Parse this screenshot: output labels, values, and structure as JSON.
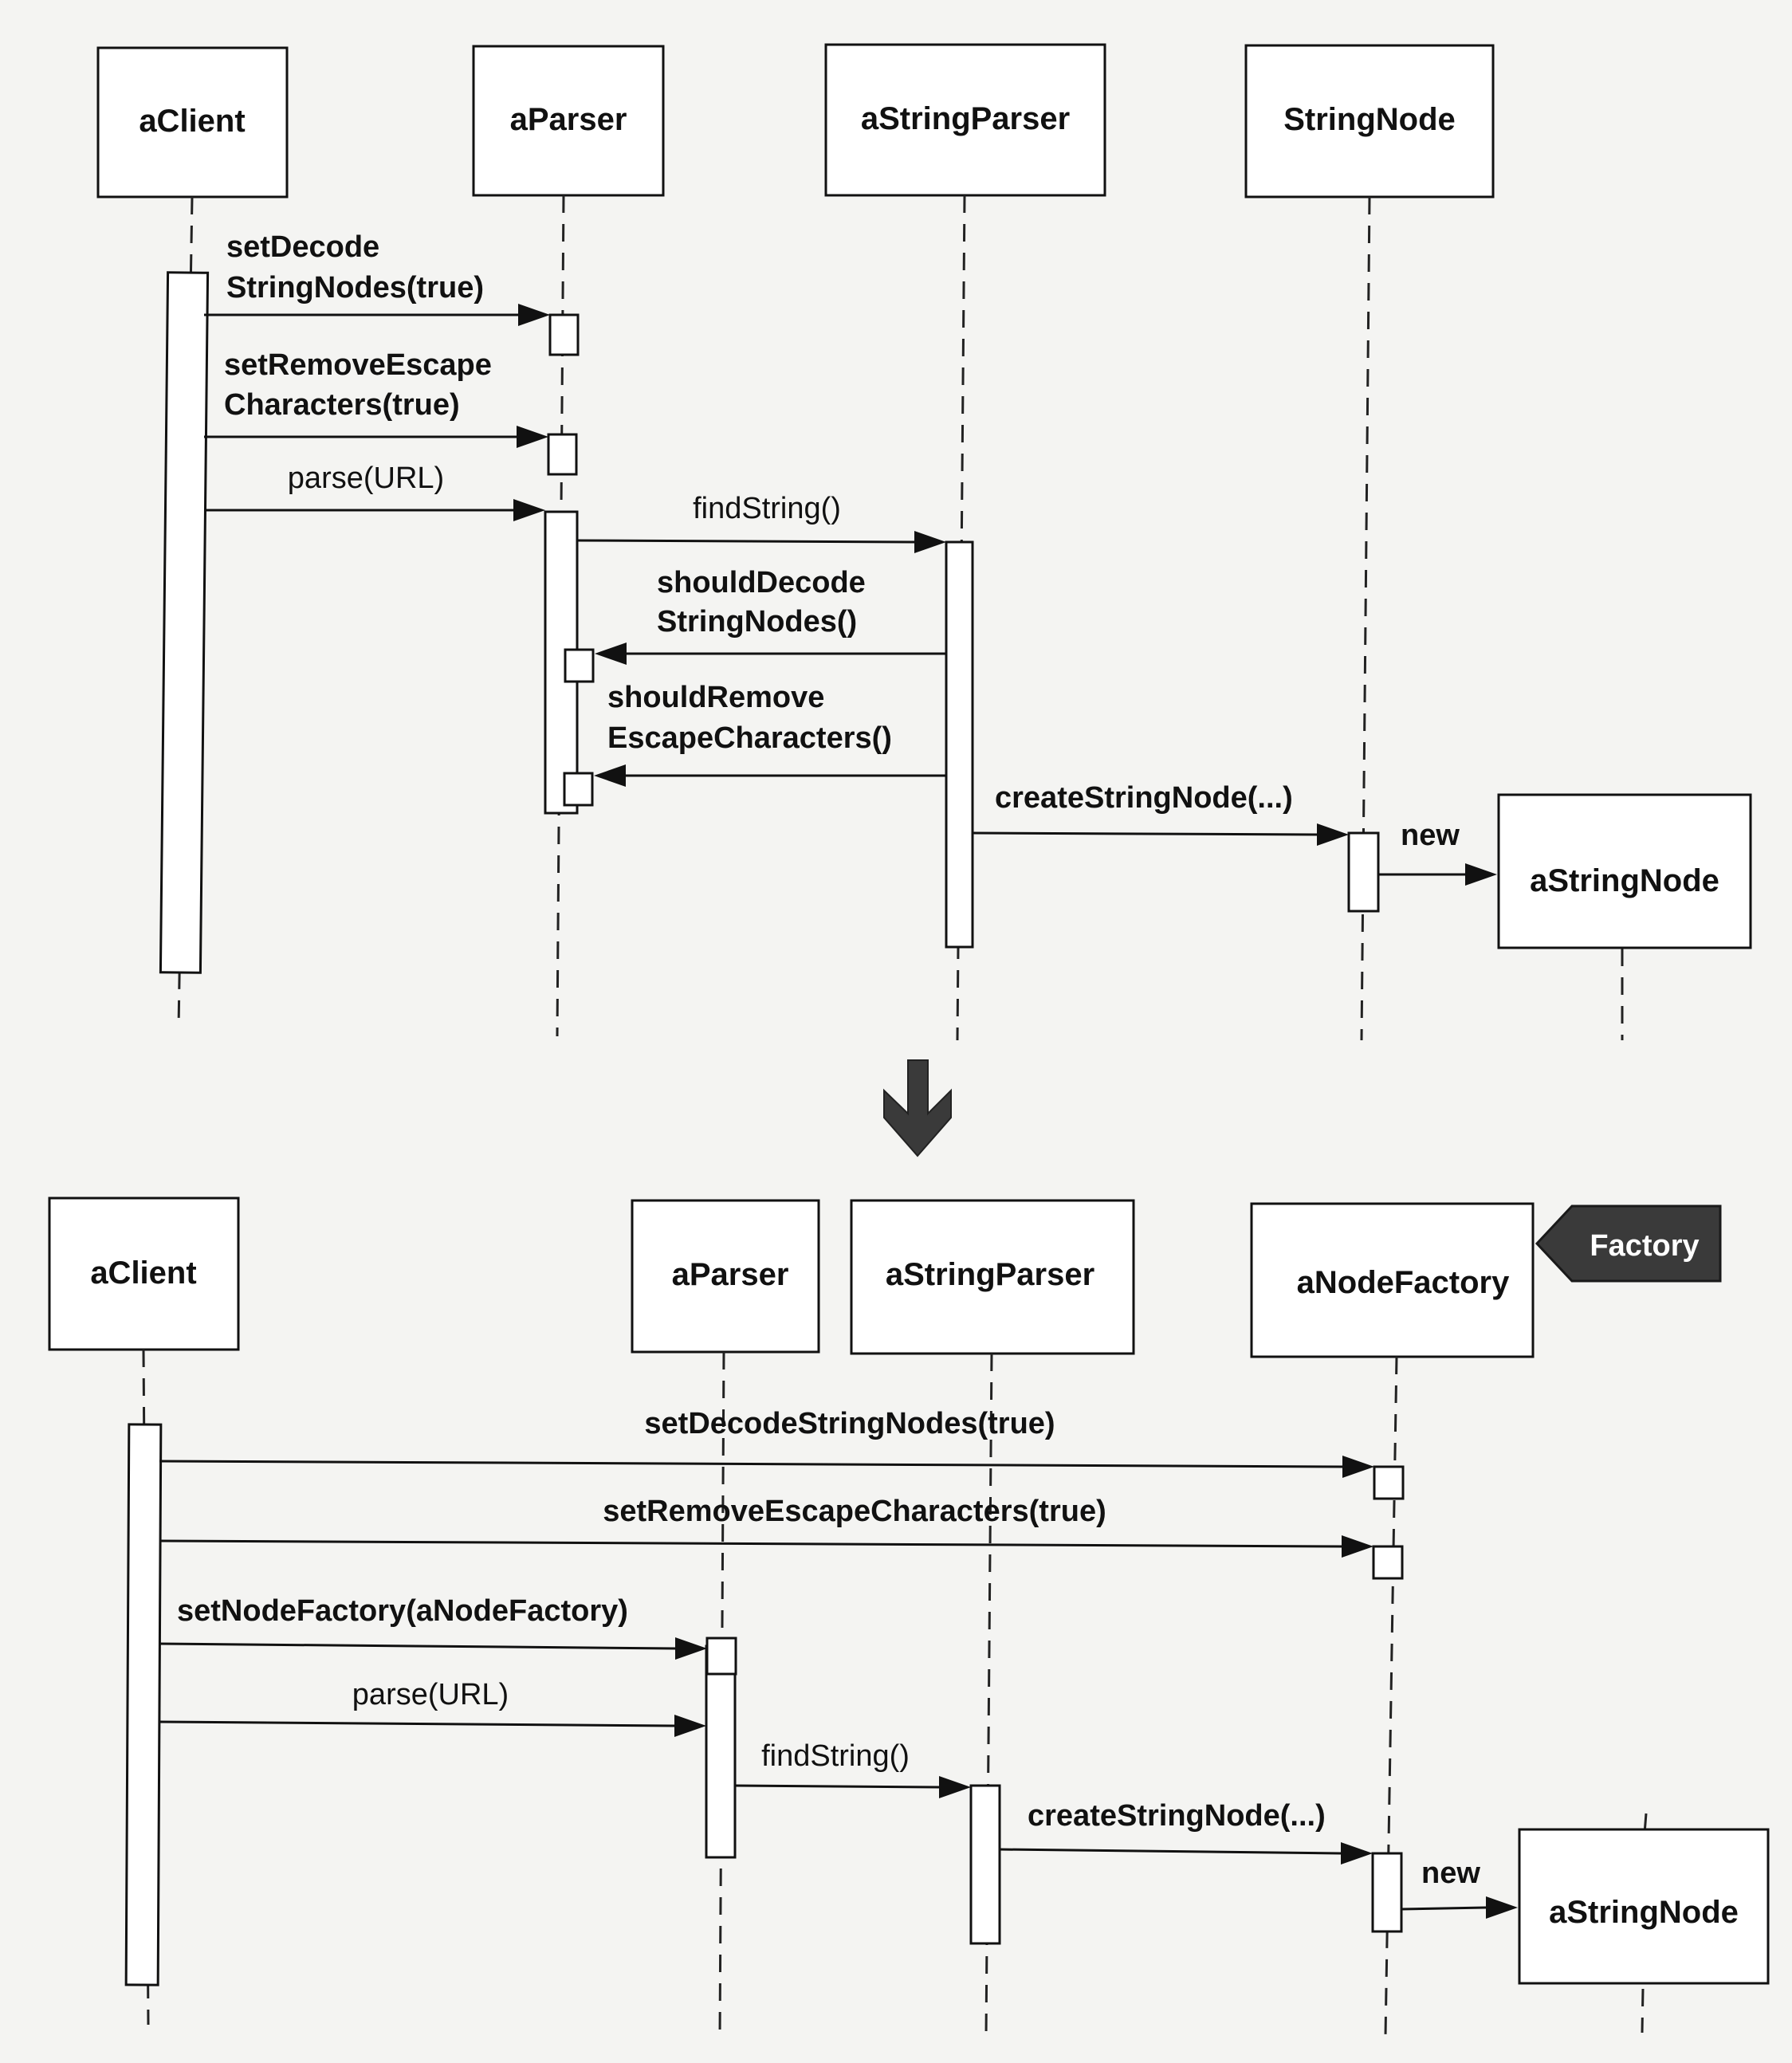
{
  "top_diagram": {
    "objects": {
      "client": "aClient",
      "parser": "aParser",
      "string_parser": "aStringParser",
      "string_node": "StringNode",
      "new_node": "aStringNode"
    },
    "messages": {
      "set_decode_line1": "setDecode",
      "set_decode_line2": "StringNodes(true)",
      "set_remove_line1": "setRemoveEscape",
      "set_remove_line2": "Characters(true)",
      "parse": "parse(URL)",
      "find_string": "findString()",
      "should_decode_line1": "shouldDecode",
      "should_decode_line2": "StringNodes()",
      "should_remove_line1": "shouldRemove",
      "should_remove_line2": "EscapeCharacters()",
      "create_string_node": "createStringNode(...)",
      "new": "new"
    }
  },
  "bottom_diagram": {
    "objects": {
      "client": "aClient",
      "parser": "aParser",
      "string_parser": "aStringParser",
      "node_factory": "aNodeFactory",
      "new_node": "aStringNode"
    },
    "pattern_tag": "Factory",
    "messages": {
      "set_decode": "setDecodeStringNodes(true)",
      "set_remove": "setRemoveEscapeCharacters(true)",
      "set_node_factory": "setNodeFactory(aNodeFactory)",
      "parse": "parse(URL)",
      "find_string": "findString()",
      "create_string_node": "createStringNode(...)",
      "new": "new"
    }
  },
  "colors": {
    "ink": "#111111",
    "background": "#f4f4f2",
    "tag_fill": "#3a3a3a"
  },
  "icons": {
    "transition": "down-arrow-icon"
  }
}
